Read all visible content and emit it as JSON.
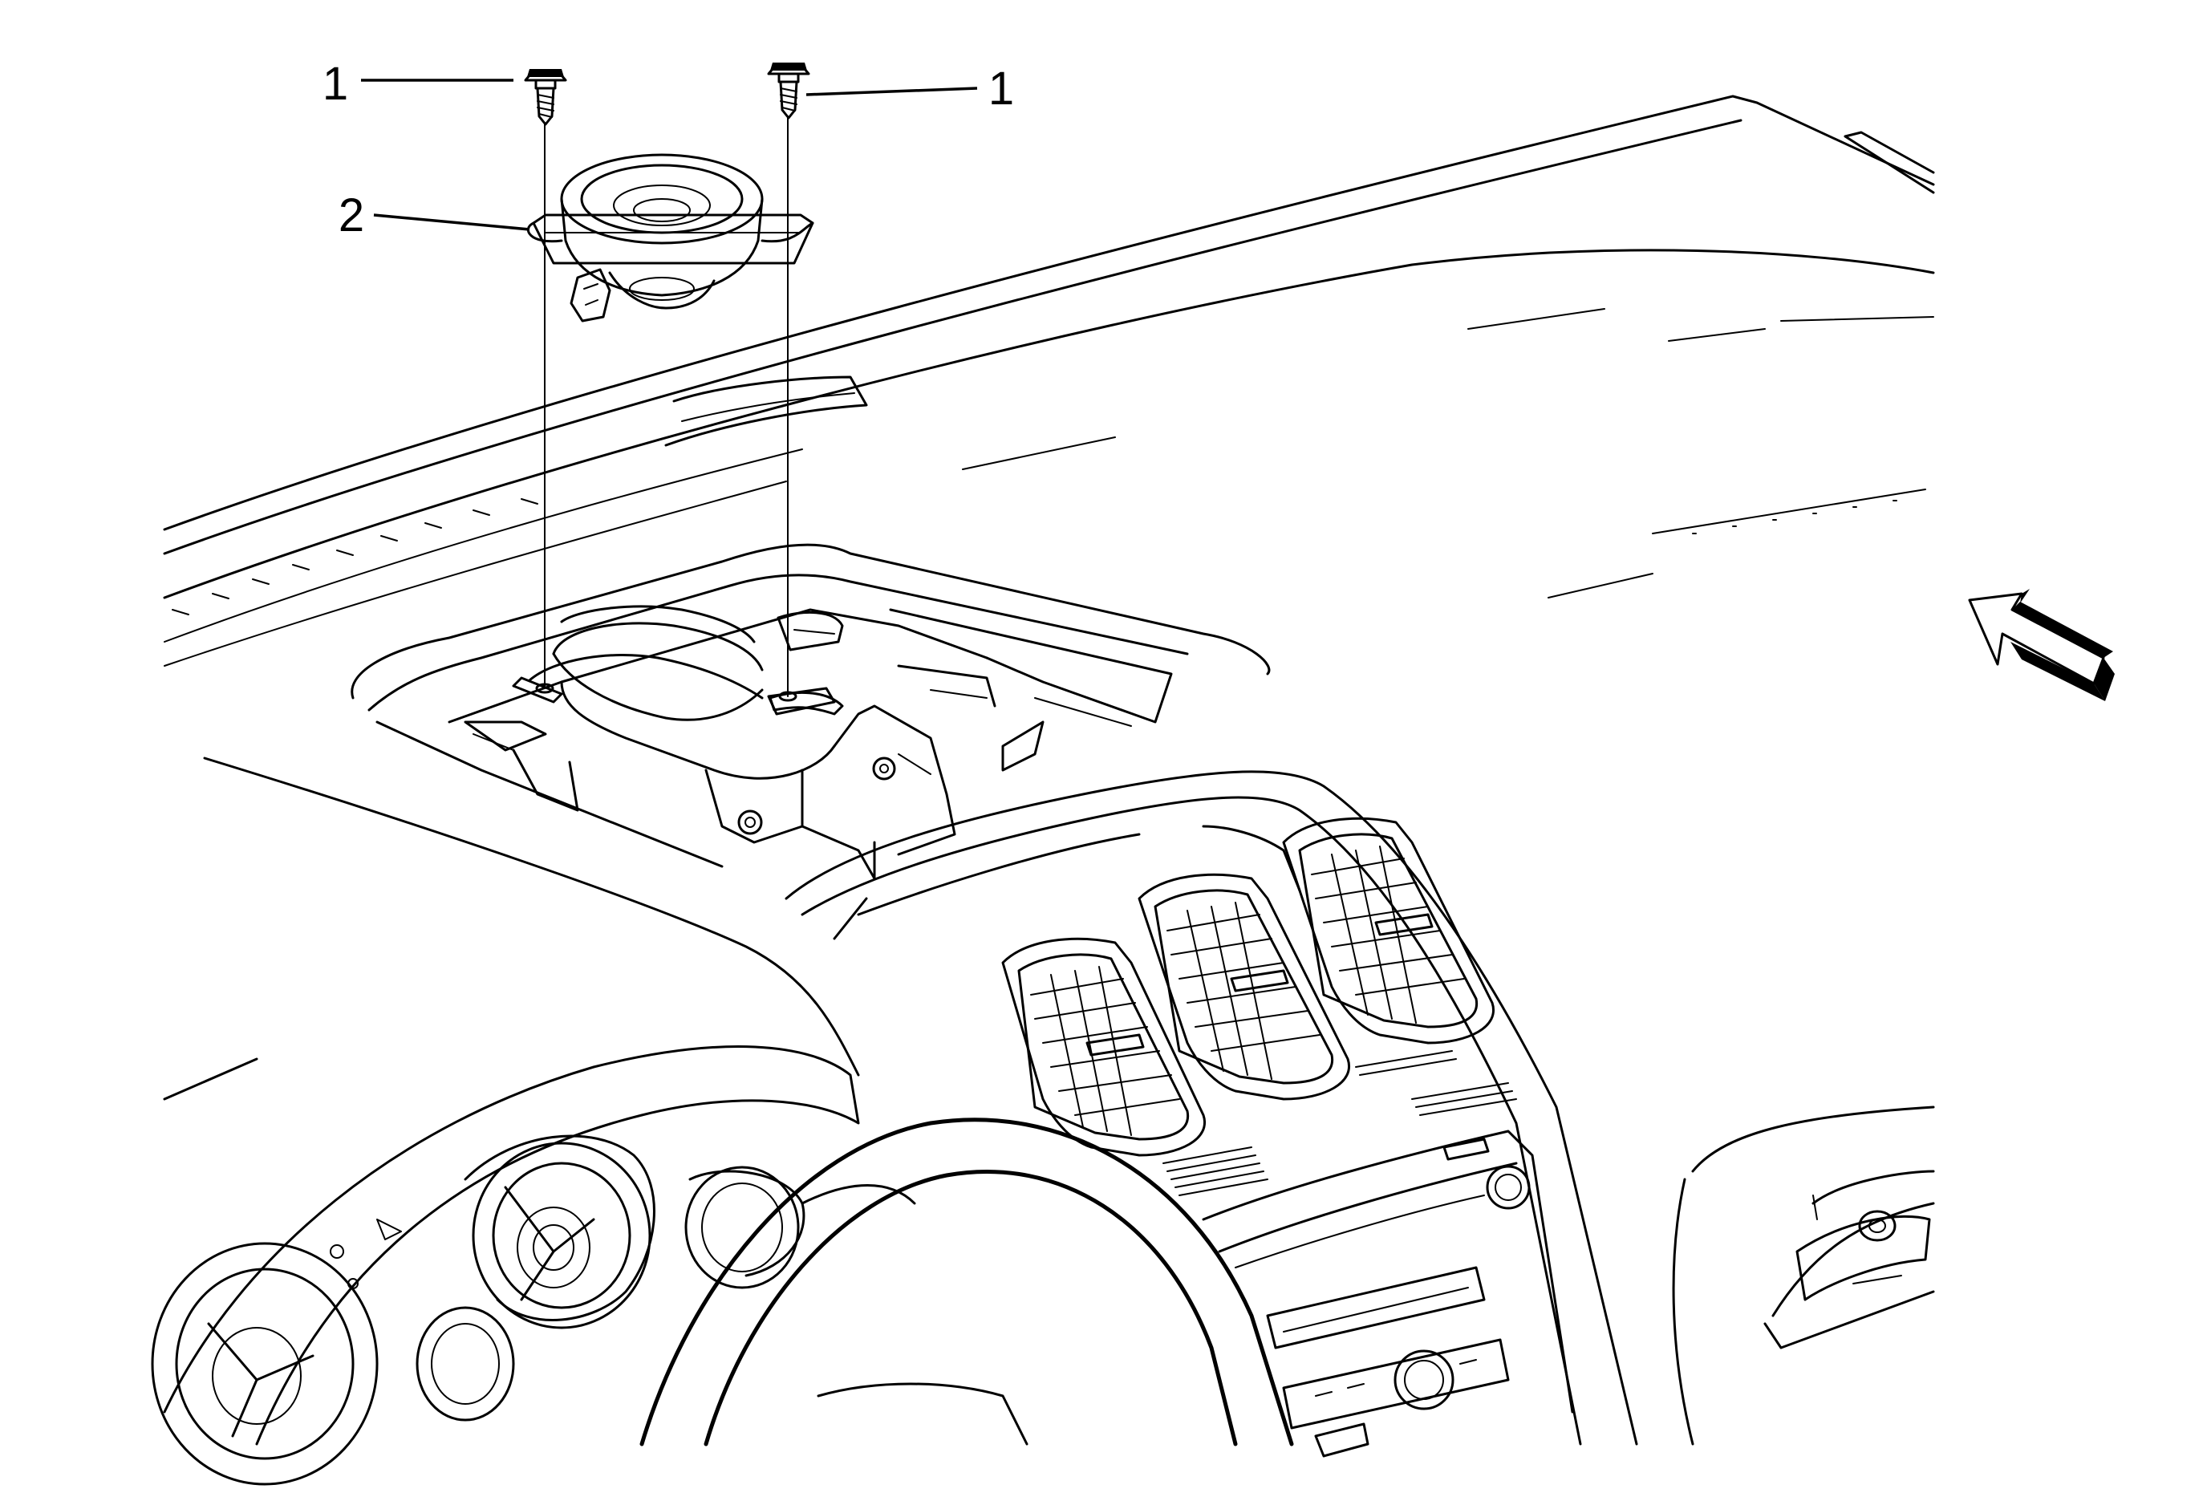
{
  "callouts": {
    "left_fastener": "1",
    "right_fastener": "1",
    "speaker": "2"
  },
  "icons": {
    "view_arrow": "view-direction-arrow-icon"
  },
  "colors": {
    "ink": "#000000",
    "paper": "#ffffff"
  }
}
